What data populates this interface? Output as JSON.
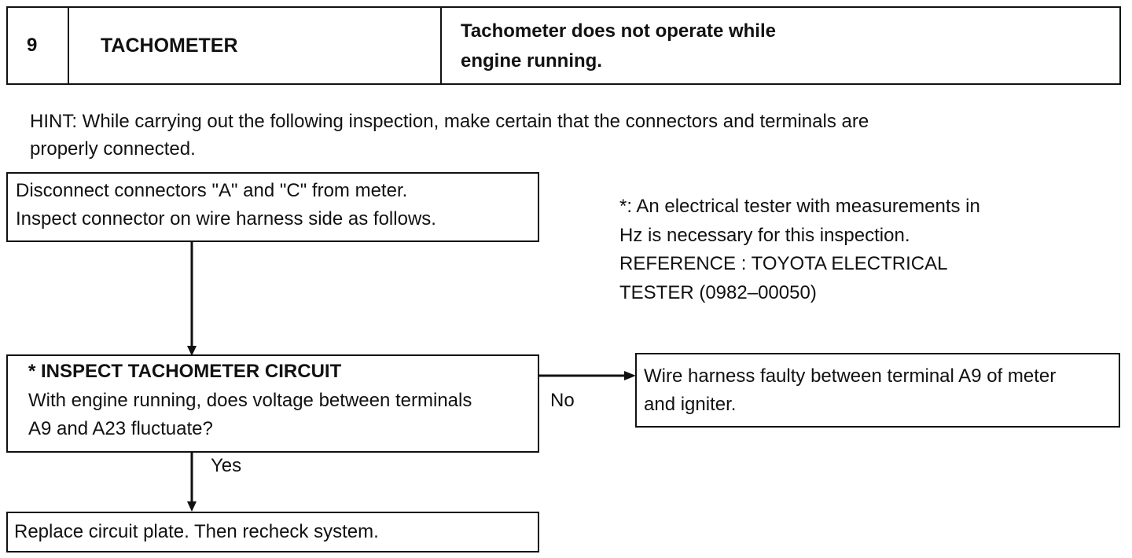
{
  "header": {
    "number": "9",
    "title": "TACHOMETER",
    "description_line1": "Tachometer does not operate while",
    "description_line2": "engine running."
  },
  "hint": {
    "line1": "HINT: While carrying out the following inspection, make certain that the connectors and terminals are",
    "line2": "properly connected."
  },
  "step1": {
    "line1": "Disconnect connectors \"A\" and \"C\" from meter.",
    "line2": "Inspect connector on wire harness side as follows."
  },
  "note": {
    "line1": "*: An electrical tester with measurements in",
    "line2": "Hz is necessary for this inspection.",
    "line3": "REFERENCE : TOYOTA ELECTRICAL",
    "line4": "TESTER (0982–00050)"
  },
  "step2": {
    "title": "* INSPECT TACHOMETER CIRCUIT",
    "line1": "With engine running, does voltage between terminals",
    "line2": "A9 and A23 fluctuate?"
  },
  "no_branch": {
    "label": "No",
    "line1": "Wire harness faulty between terminal A9 of meter",
    "line2": "and igniter."
  },
  "yes_branch": {
    "label": "Yes",
    "text": "Replace circuit plate. Then recheck system."
  }
}
